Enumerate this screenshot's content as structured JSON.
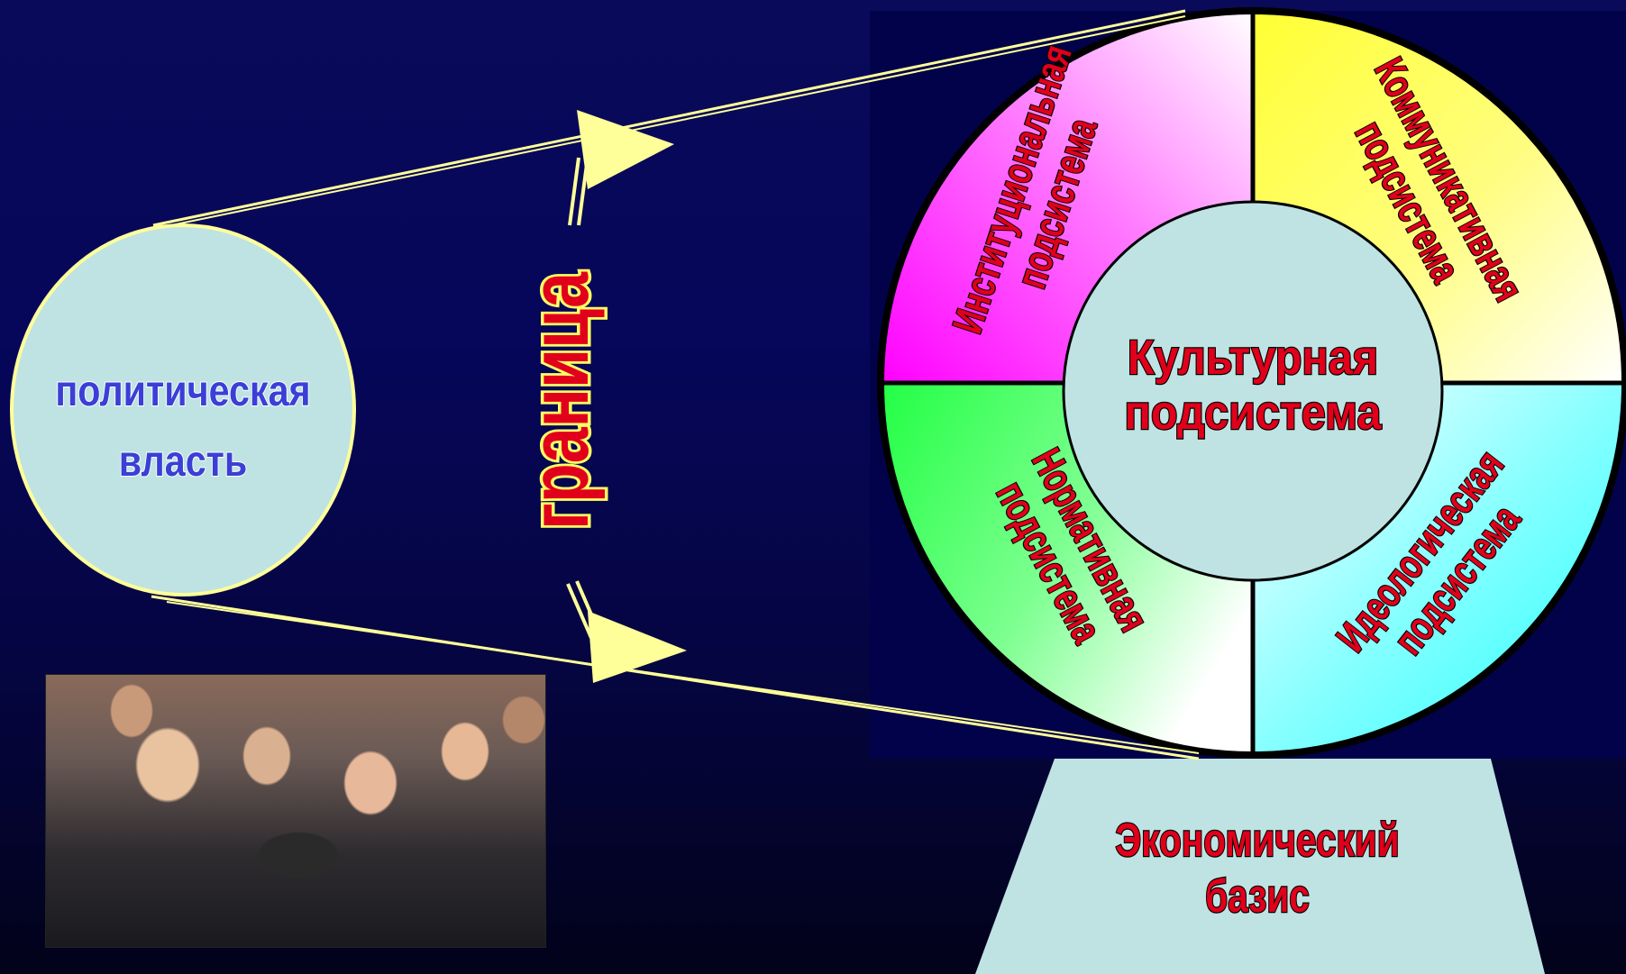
{
  "left_circle": {
    "line1": "политическая",
    "line2": "власть"
  },
  "boundary_label": "граница",
  "wheel": {
    "center_line1": "Культурная",
    "center_line2": "подсистема",
    "top_left": [
      "Институциональная",
      "подсистема"
    ],
    "top_right": [
      "Коммуникативная",
      "подсистема"
    ],
    "bottom_left": [
      "Нормативная",
      "подсистема"
    ],
    "bottom_right": [
      "Идеологическая",
      "подсистема"
    ]
  },
  "base": {
    "line1": "Экономический",
    "line2": "базис"
  },
  "colors": {
    "magenta": "#ff00ff",
    "yellow": "#ffff33",
    "green": "#22ff44",
    "cyan": "#22ffff",
    "center_fill": "#bfe3e3",
    "text_red": "#e0001b",
    "text_blue": "#3b3fd6",
    "line_yellow": "#ffff99"
  }
}
